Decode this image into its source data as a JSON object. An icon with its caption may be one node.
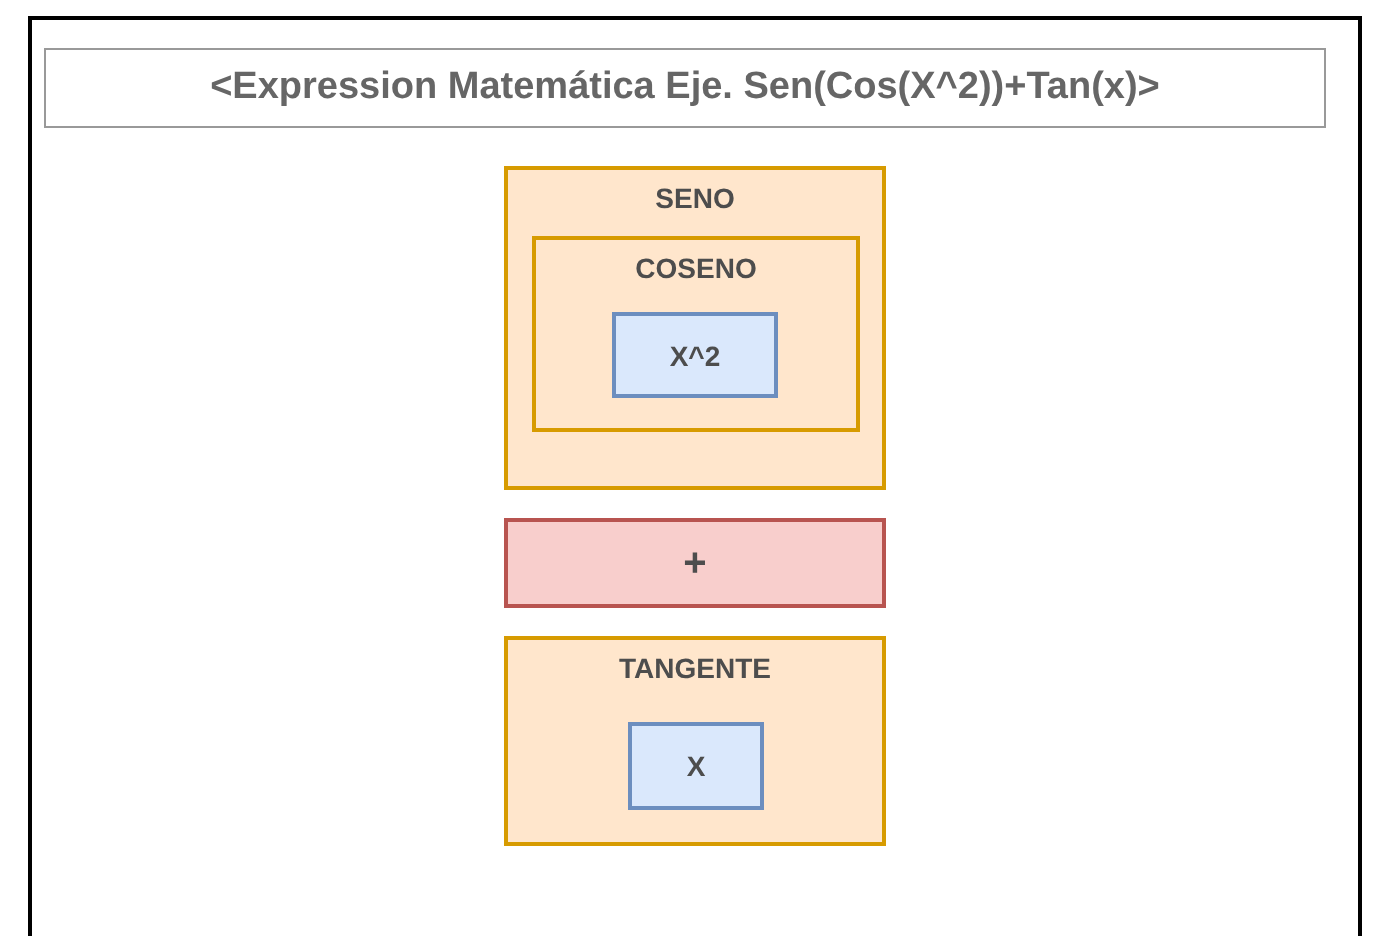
{
  "diagram": {
    "title": "<Expression Matemática Eje. Sen(Cos(X^2))+Tan(x)>",
    "nodes": [
      {
        "text": [
          "SENO"
        ]
      },
      {
        "text": [
          "COSENO"
        ],
        "in": 0
      },
      {
        "text": [
          "X^2"
        ],
        "in": 1
      },
      {
        "text": [
          "+"
        ]
      },
      {
        "text": [
          "TANGENTE"
        ]
      },
      {
        "text": [
          "X"
        ],
        "in": 4
      }
    ]
  }
}
